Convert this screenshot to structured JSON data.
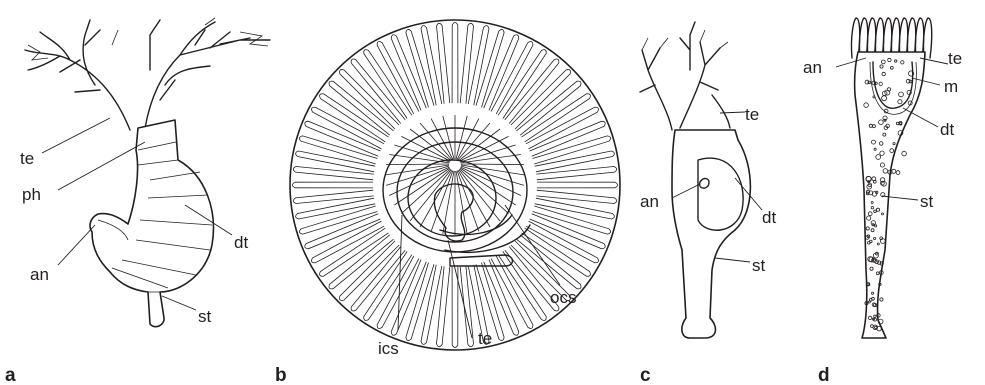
{
  "panels": {
    "a": {
      "letter": "a",
      "labels": {
        "te": "te",
        "ph": "ph",
        "an": "an",
        "dt": "dt",
        "st": "st"
      }
    },
    "b": {
      "letter": "b",
      "labels": {
        "ics": "ics",
        "te": "te",
        "ocs": "ocs"
      }
    },
    "c": {
      "letter": "c",
      "labels": {
        "te": "te",
        "an": "an",
        "dt": "dt",
        "st": "st"
      }
    },
    "d": {
      "letter": "d",
      "labels": {
        "an": "an",
        "te": "te",
        "m": "m",
        "dt": "dt",
        "st": "st"
      }
    }
  },
  "colors": {
    "ink": "#231f20",
    "background": "#ffffff"
  }
}
